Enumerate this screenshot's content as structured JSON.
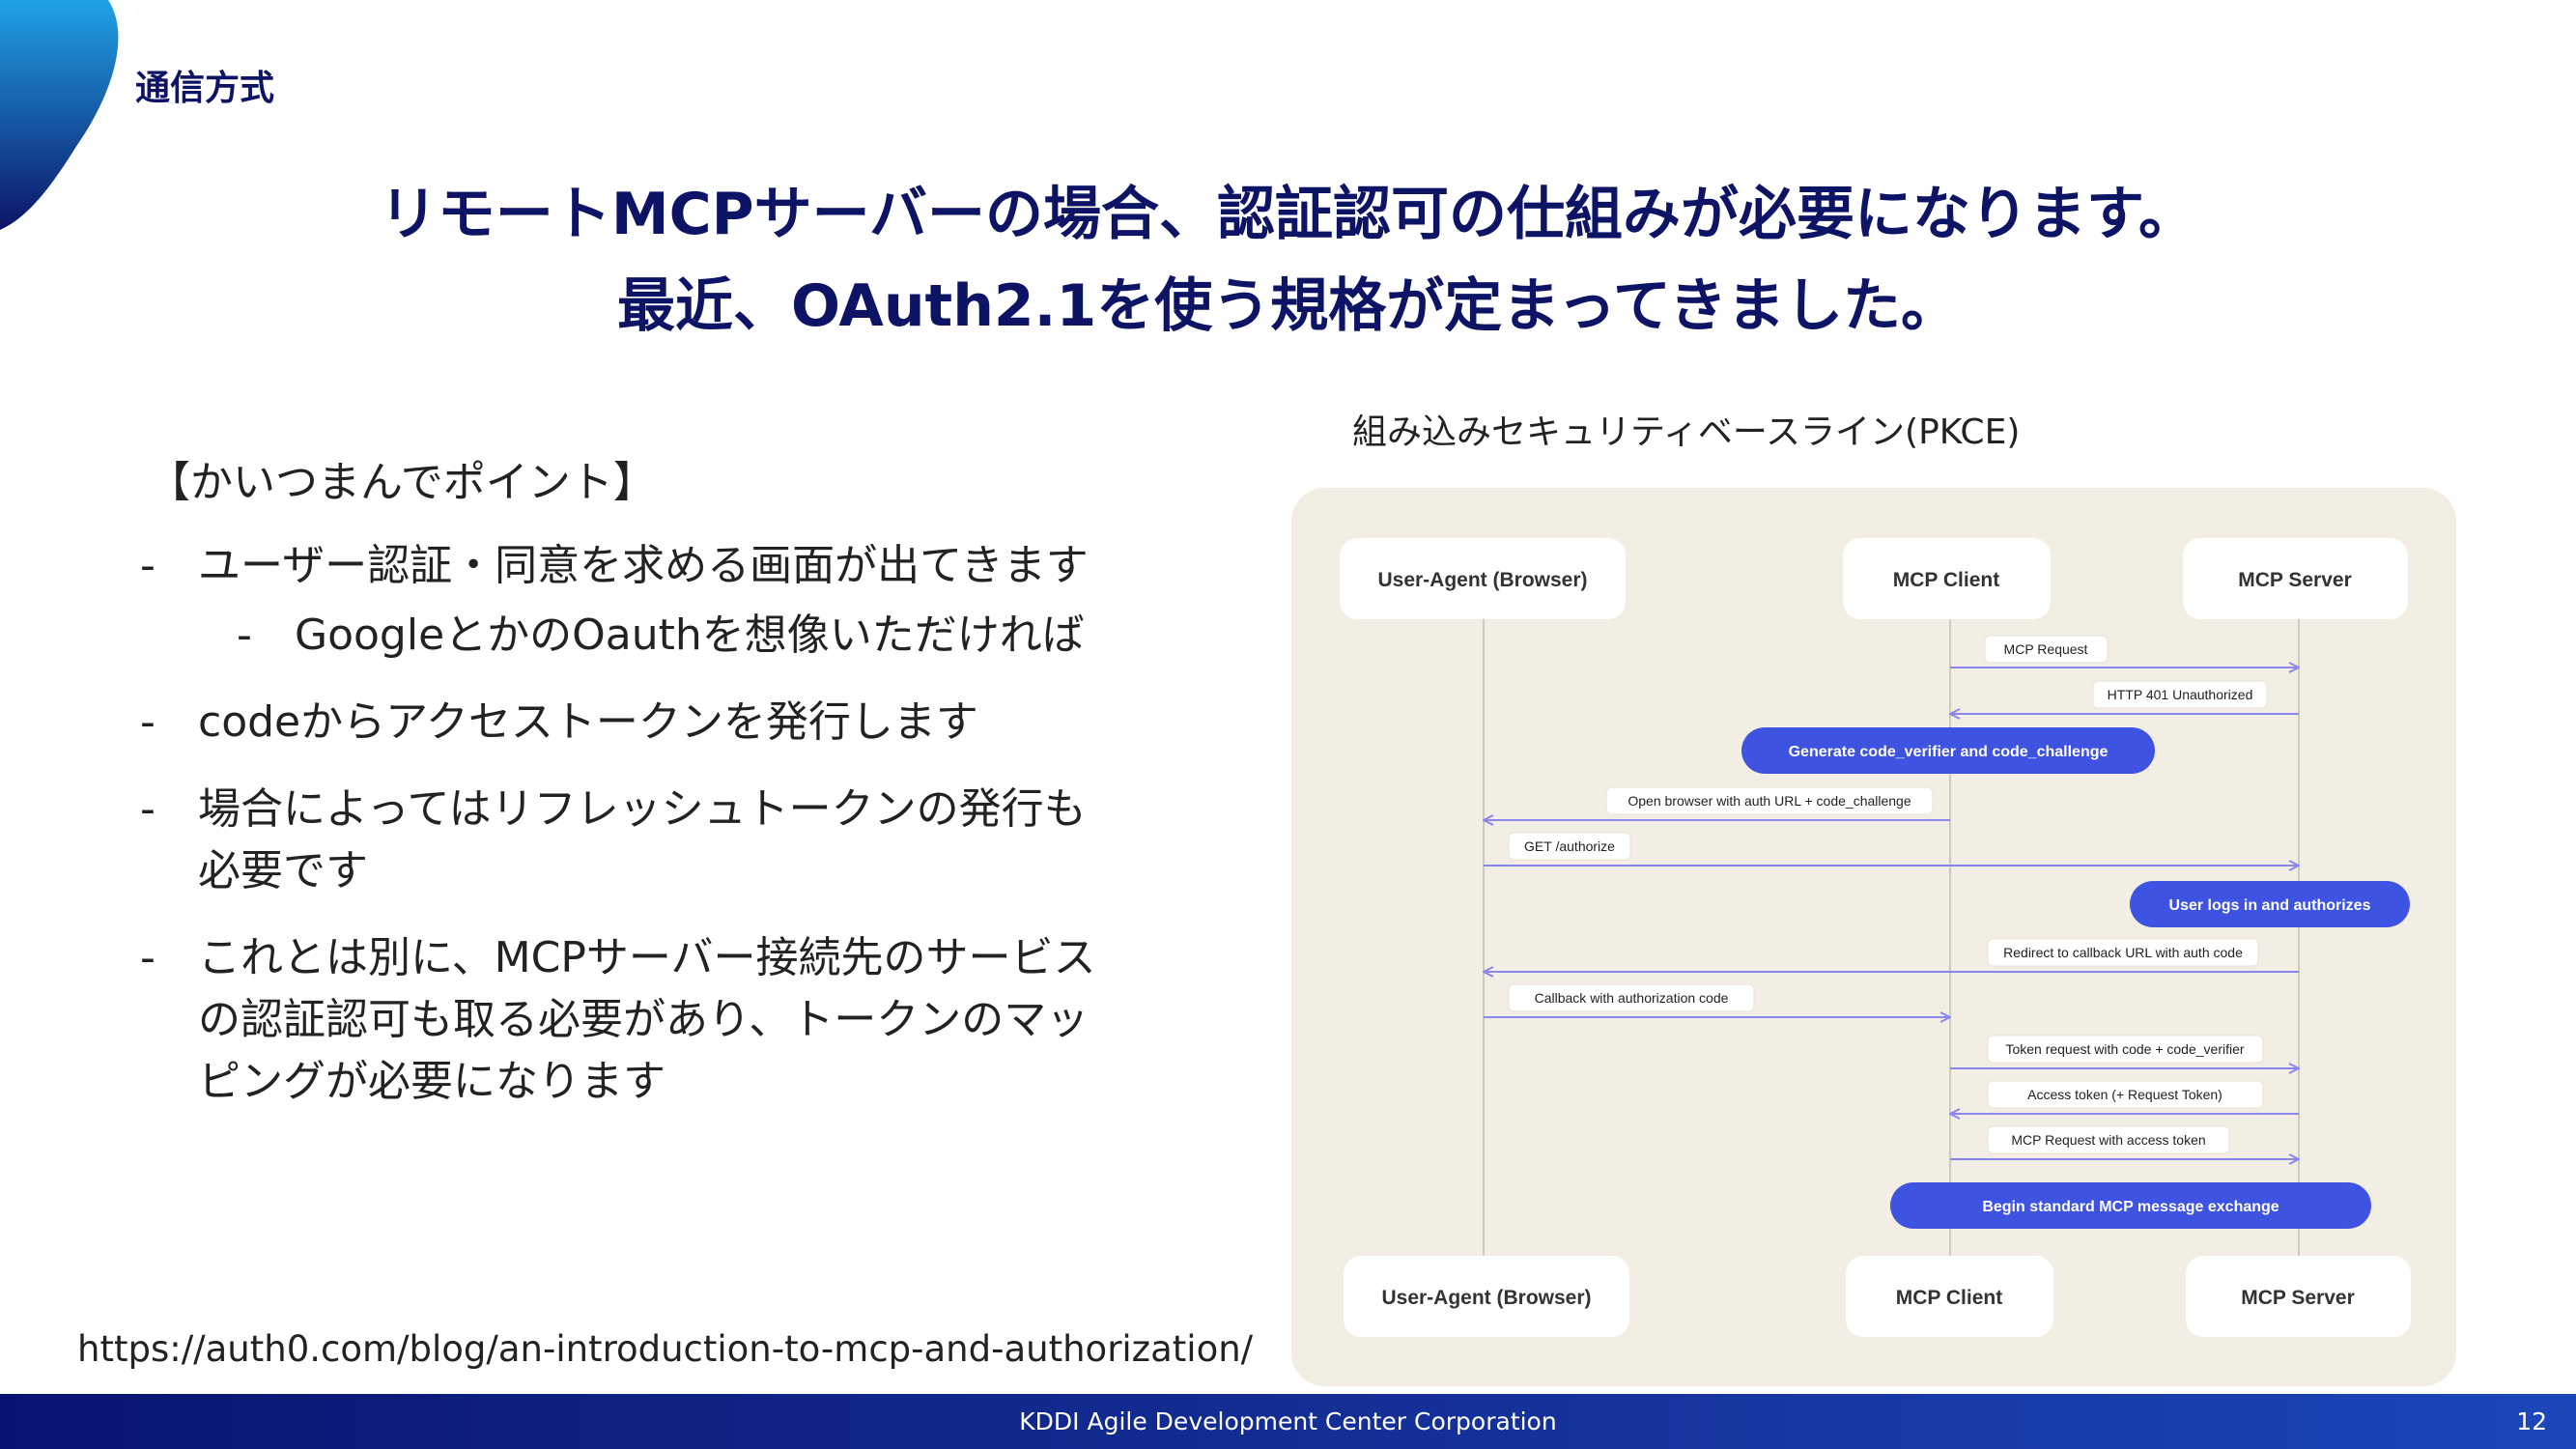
{
  "section": "通信方式",
  "headline": {
    "line1": "リモートMCPサーバーの場合、認証認可の仕組みが必要になります。",
    "line2": "最近、OAuth2.1を使う規格が定まってきました。"
  },
  "points": {
    "heading": "【かいつまんでポイント】",
    "items": [
      {
        "dash": "-",
        "lines": [
          "ユーザー認証・同意を求める画面が出てきます"
        ]
      },
      {
        "dash": "-",
        "lines": [
          "GoogleとかのOauthを想像いただければ"
        ]
      },
      {
        "dash": "-",
        "lines": [
          "codeからアクセストークンを発行します"
        ]
      },
      {
        "dash": "-",
        "lines": [
          "場合によってはリフレッシュトークンの発行も",
          "必要です"
        ]
      },
      {
        "dash": "-",
        "lines": [
          "これとは別に、MCPサーバー接続先のサービス",
          "の認証認可も取る必要があり、トークンのマッ",
          "ピングが必要になります"
        ]
      }
    ]
  },
  "source_url": "https://auth0.com/blog/an-introduction-to-mcp-and-authorization/",
  "diagram": {
    "caption": "組み込みセキュリティベースライン(PKCE)",
    "participants": [
      "User-Agent (Browser)",
      "MCP Client",
      "MCP Server"
    ],
    "messages": [
      {
        "from": "MCP Client",
        "to": "MCP Server",
        "label": "MCP Request"
      },
      {
        "from": "MCP Server",
        "to": "MCP Client",
        "label": "HTTP 401 Unauthorized"
      },
      {
        "note": "MCP Client",
        "label": "Generate code_verifier and code_challenge"
      },
      {
        "from": "MCP Client",
        "to": "User-Agent (Browser)",
        "label": "Open browser with auth URL + code_challenge"
      },
      {
        "from": "User-Agent (Browser)",
        "to": "MCP Server",
        "label": "GET /authorize"
      },
      {
        "note": "MCP Server",
        "label": "User logs in and authorizes"
      },
      {
        "from": "MCP Server",
        "to": "User-Agent (Browser)",
        "label": "Redirect to callback URL with auth code"
      },
      {
        "from": "User-Agent (Browser)",
        "to": "MCP Client",
        "label": "Callback with authorization code"
      },
      {
        "from": "MCP Client",
        "to": "MCP Server",
        "label": "Token request with code + code_verifier"
      },
      {
        "from": "MCP Server",
        "to": "MCP Client",
        "label": "Access token (+ Request Token)"
      },
      {
        "from": "MCP Client",
        "to": "MCP Server",
        "label": "MCP Request with access token"
      },
      {
        "note": "MCP Client-MCP Server",
        "label": "Begin standard MCP message exchange"
      }
    ],
    "colors": {
      "arrow": "#8b86ee",
      "note": "#3e53e2",
      "panel": "#f3eee4",
      "lifeline": "#cfcac0"
    }
  },
  "footer": {
    "org": "KDDI Agile Development Center Corporation",
    "page": "12"
  }
}
